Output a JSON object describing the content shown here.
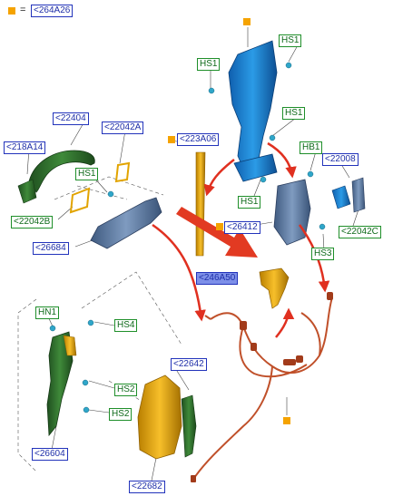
{
  "legend": {
    "equals": "=",
    "code": "<264A26"
  },
  "labels": {
    "hs1_top_right": "HS1",
    "hs1_top_left": "HS1",
    "hs1_mid_right": "HS1",
    "hs1_center": "HS1",
    "hs1_left": "HS1",
    "hb1": "HB1",
    "p22008": "<22008",
    "p223a06": "<223A06",
    "p22404": "<22404",
    "p22042a": "<22042A",
    "p218a14": "<218A14",
    "p22042b": "<22042B",
    "p26684": "<26684",
    "p26412": "<26412",
    "p22042c": "<22042C",
    "hs3": "HS3",
    "p246a50": "<246A50",
    "hn1": "HN1",
    "hs4": "HS4",
    "hs2_upper": "HS2",
    "hs2_lower": "HS2",
    "p22642": "<22642",
    "p26604": "<26604",
    "p22682": "<22682"
  },
  "colors": {
    "callout_blue": "#2233bb",
    "callout_green": "#1f8f2a",
    "marker_orange": "#f5a300",
    "arrow_red": "#e03020",
    "part_blue": "#1b7fd0",
    "part_gray_blue": "#5f7fa8",
    "part_dark_green": "#2e6b2a",
    "part_gold": "#e2a400",
    "harness_brown": "#c0502a"
  }
}
